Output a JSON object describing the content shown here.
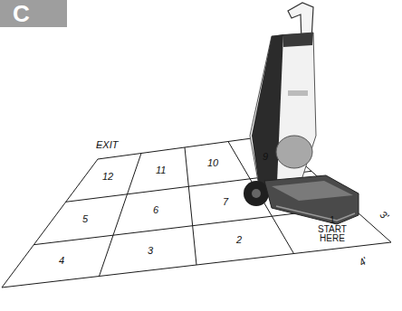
{
  "diagram": {
    "nodes": [
      {
        "text": [
          "C"
        ]
      }
    ],
    "labels": [
      "EXIT",
      "12",
      "11",
      "10",
      "9",
      "5",
      "6",
      "7",
      "4",
      "3",
      "2",
      "1 START HERE",
      "3'",
      "4'"
    ]
  }
}
